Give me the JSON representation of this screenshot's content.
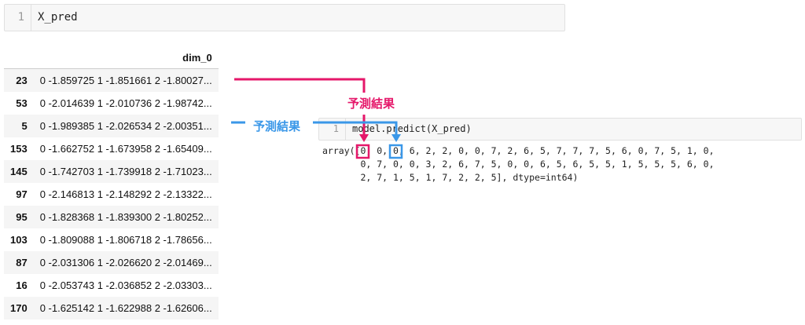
{
  "cells": [
    {
      "line": "1",
      "code": "X_pred"
    },
    {
      "line": "1",
      "code": "model.predict(X_pred)"
    }
  ],
  "table": {
    "header": "dim_0",
    "rows": [
      {
        "index": "23",
        "value": "0 -1.859725 1 -1.851661 2 -1.80027..."
      },
      {
        "index": "53",
        "value": "0 -2.014639 1 -2.010736 2 -1.98742..."
      },
      {
        "index": "5",
        "value": "0 -1.989385 1 -2.026534 2 -2.00351..."
      },
      {
        "index": "153",
        "value": "0 -1.662752 1 -1.673958 2 -1.65409..."
      },
      {
        "index": "145",
        "value": "0 -1.742703 1 -1.739918 2 -1.71023..."
      },
      {
        "index": "97",
        "value": "0 -2.146813 1 -2.148292 2 -2.13322..."
      },
      {
        "index": "95",
        "value": "0 -1.828368 1 -1.839300 2 -1.80252..."
      },
      {
        "index": "103",
        "value": "0 -1.809088 1 -1.806718 2 -1.78656..."
      },
      {
        "index": "87",
        "value": "0 -2.031306 1 -2.026620 2 -2.01469..."
      },
      {
        "index": "16",
        "value": "0 -2.053743 1 -2.036852 2 -2.03303..."
      },
      {
        "index": "170",
        "value": "0 -1.625142 1 -1.622988 2 -1.62606..."
      }
    ]
  },
  "output": "array([0, 0, 0, 6, 2, 2, 0, 0, 7, 2, 6, 5, 7, 7, 7, 5, 6, 0, 7, 5, 1, 0,\n       0, 7, 0, 0, 3, 2, 6, 7, 5, 0, 0, 6, 5, 6, 5, 5, 1, 5, 5, 5, 6, 0,\n       2, 7, 1, 5, 1, 7, 2, 2, 5], dtype=int64)",
  "annotations": {
    "pink_label": "予測結果",
    "blue_label": "予測結果",
    "pink_color": "#e5176a",
    "blue_color": "#3a97e8"
  }
}
